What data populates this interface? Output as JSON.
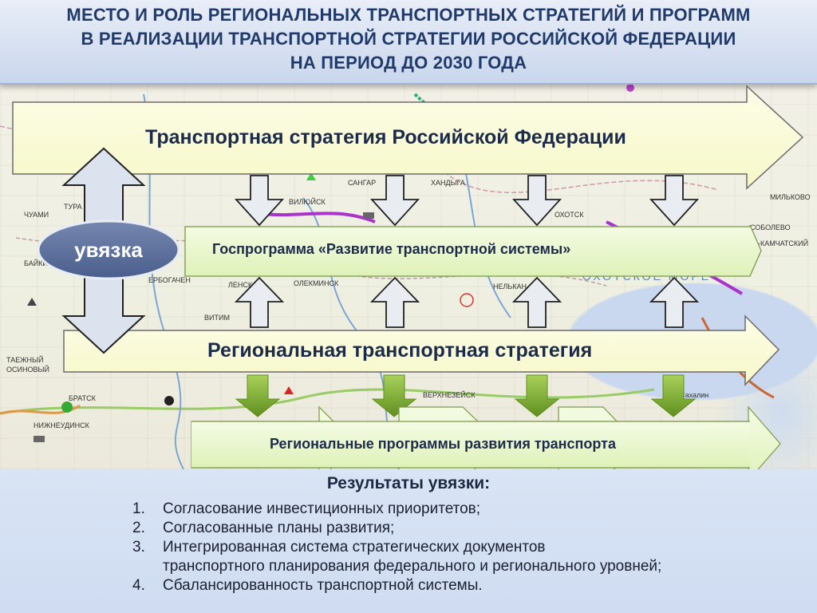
{
  "title": {
    "line1": "МЕСТО И РОЛЬ РЕГИОНАЛЬНЫХ ТРАНСПОРТНЫХ СТРАТЕГИЙ И ПРОГРАММ",
    "line2": "В РЕАЛИЗАЦИИ ТРАНСПОРТНОЙ СТРАТЕГИИ РОССИЙСКОЙ ФЕДЕРАЦИИ",
    "line3": "НА ПЕРИОД ДО 2030 ГОДА"
  },
  "diagram": {
    "federal_strategy": "Транспортная стратегия Российской Федерации",
    "state_program": "Госпрограмма «Развитие транспортной системы»",
    "regional_strategy": "Региональная транспортная стратегия",
    "regional_programs": "Региональные программы развития транспорта",
    "link_label": "увязка"
  },
  "map_labels": {
    "chulym": "ЧУАМИ",
    "tura": "ТУРА",
    "baikit": "БАЙКИТ",
    "vilyuysk": "ВИЛЮЙСК",
    "sangar": "САНГАР",
    "handyga": "ХАНДЫГА",
    "okhotsk": "ОХОТСК",
    "olekminsk": "ОЛЕКМИНСК",
    "lensk": "ЛЕНСК",
    "nelkan": "НЕЛЬКАН",
    "yerbogachen": "ЕРБОГАЧЕН",
    "vitim": "ВИТИМ",
    "bratsk": "БРАТСК",
    "sakhalin": "Сахалин",
    "sobolevo": "СОБОЛЕВО",
    "milkovo": "МИЛЬКОВО",
    "kamchatsky": "-КАМЧАТСКИЙ",
    "verkhnezeysk": "ВЕРХНЕЗЕЙСК",
    "taishet": "ТАЕЖНЫЙ",
    "osinovy": "ОСИНОВЫЙ",
    "nizhneudinsk": "НИЖНЕУДИНСК",
    "sea_label": "ОХОТСКОЕ МОРЕ"
  },
  "results": {
    "heading": "Результаты увязки:",
    "items": [
      {
        "num": "1.",
        "text": "Согласование инвестиционных приоритетов;"
      },
      {
        "num": "2.",
        "text": "Согласованные планы развития;"
      },
      {
        "num": "3.",
        "text": "Интегрированная система стратегических документов"
      },
      {
        "num": "",
        "text": "транспортного планирования федерального и регионального уровней;"
      },
      {
        "num": "4.",
        "text": "Сбалансированность транспортной системы."
      }
    ]
  },
  "colors": {
    "title_text": "#1f3a6b",
    "arrow_fill_yellow": "#fbfcd9",
    "arrow_fill_green": "#eaf6c9",
    "oval_fill": "#5b6f99",
    "green_arrow": "#7faf2f"
  }
}
